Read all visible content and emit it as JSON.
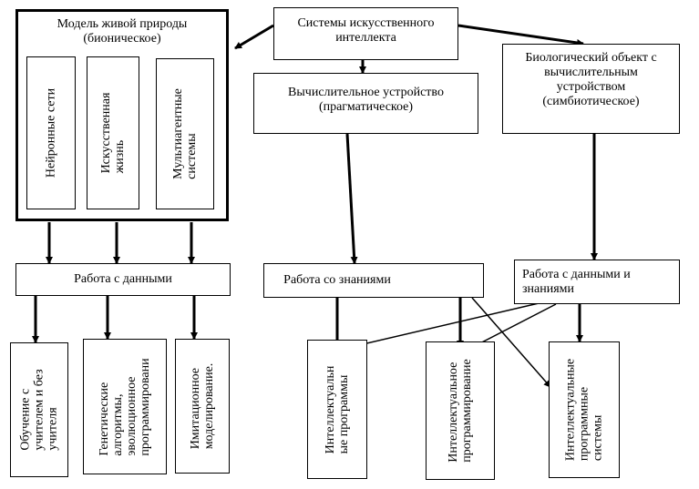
{
  "top": {
    "line1": "Системы искусственного",
    "line2": "интеллекта"
  },
  "bionic": {
    "title1": "Модель живой природы",
    "title2": "(бионическое)",
    "items": [
      {
        "line1": "Нейронные сети",
        "line2": ""
      },
      {
        "line1": "Искусственная",
        "line2": "жизнь"
      },
      {
        "line1": "Мультиагентные",
        "line2": "системы"
      }
    ]
  },
  "pragmatic": {
    "line1": "Вычислительное устройство",
    "line2": "(прагматическое)"
  },
  "symbiotic": {
    "line1": "Биологический объект с",
    "line2": "вычислительным",
    "line3": "устройством",
    "line4": "(симбиотическое)"
  },
  "data_work": {
    "label": "Работа с данными"
  },
  "knowledge_work": {
    "label": "Работа со знаниями"
  },
  "data_knowledge_work": {
    "line1": "Работа с данными и",
    "line2": "знаниями"
  },
  "bottom_left": [
    {
      "line1": "Обучение с",
      "line2": "учителем и без",
      "line3": "учителя",
      "line4": ""
    },
    {
      "line1": "Генетические",
      "line2": "алгоритмы,",
      "line3": "эволюционное",
      "line4": "программировани"
    },
    {
      "line1": "Имитационное",
      "line2": "моделирование.",
      "line3": "",
      "line4": ""
    }
  ],
  "bottom_right": [
    {
      "line1": "Интеллектуальн",
      "line2": "ые программы",
      "line3": ""
    },
    {
      "line1": "Интеллектуальное",
      "line2": "программирование",
      "line3": ""
    },
    {
      "line1": "Интеллектуальные",
      "line2": "программные",
      "line3": "системы"
    }
  ]
}
